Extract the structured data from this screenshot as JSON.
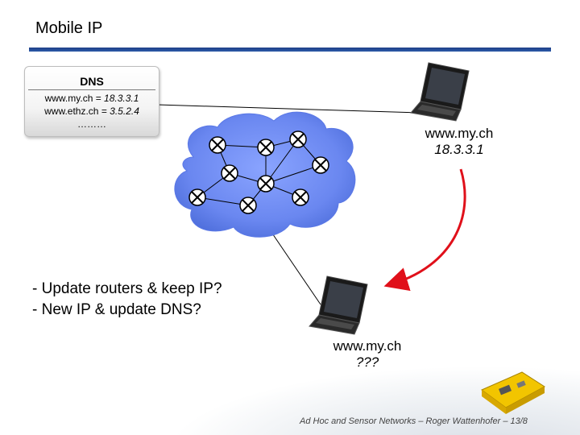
{
  "slide": {
    "title": "Mobile IP",
    "footer": "Ad Hoc and Sensor Networks – Roger Wattenhofer – 13/8"
  },
  "dns": {
    "title": "DNS",
    "entries": [
      {
        "name": "www.my.ch = ",
        "ip": "18.3.3.1"
      },
      {
        "name": "www.ethz.ch = ",
        "ip": "3.5.2.4"
      }
    ],
    "more": "………"
  },
  "hosts": {
    "original": {
      "name": "www.my.ch",
      "ip": "18.3.3.1"
    },
    "moved": {
      "name": "www.my.ch",
      "ip": "???"
    }
  },
  "questions": [
    "- Update routers & keep IP?",
    "- New IP & update DNS?"
  ],
  "colors": {
    "title_rule": "#1f3f87",
    "cloud": "#6f8ff0",
    "move_arrow": "#e0101a"
  },
  "icons": [
    "router-icon",
    "laptop-icon",
    "sensor-node-icon",
    "cloud-icon"
  ]
}
